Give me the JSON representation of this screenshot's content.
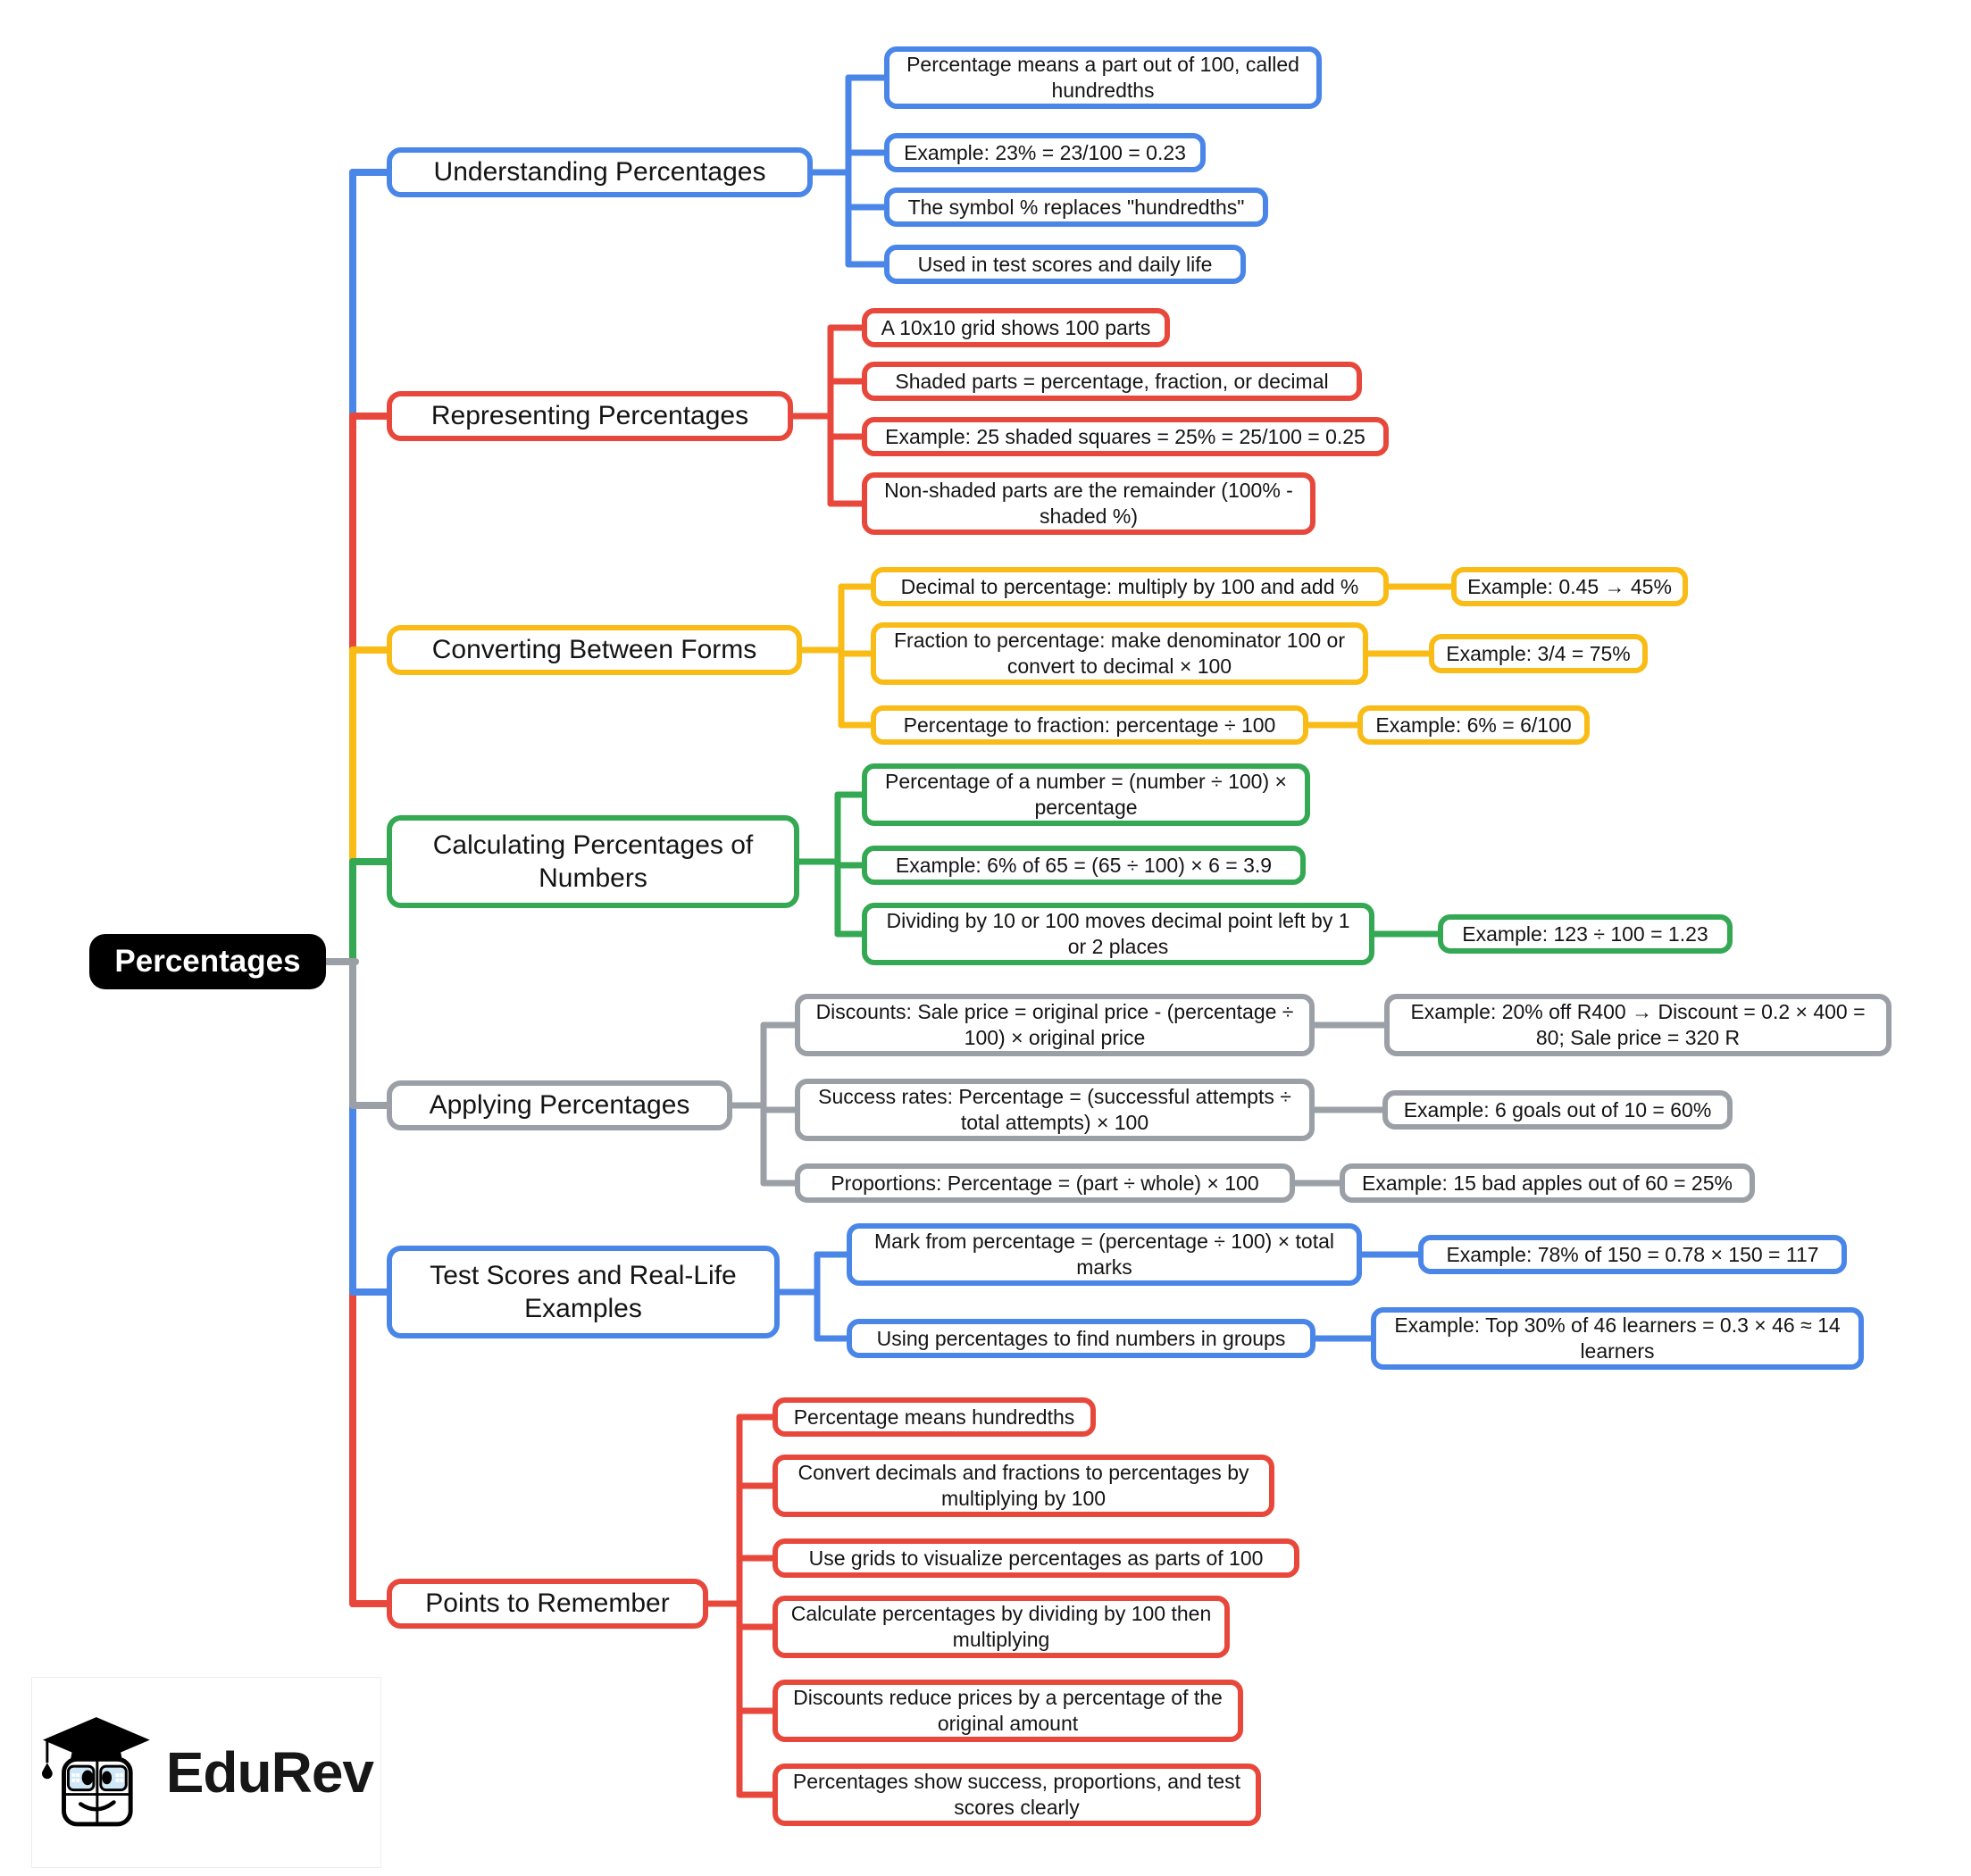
{
  "root": {
    "label": "Percentages"
  },
  "colors": {
    "blue": "#4a86e8",
    "red": "#e8483b",
    "yellow": "#f9bb16",
    "green": "#34a853",
    "gray": "#9aa0a6",
    "root-bg": "#000000",
    "root-text": "#ffffff"
  },
  "branches": [
    {
      "label": "Understanding Percentages",
      "color": "blue",
      "children": [
        {
          "text": "Percentage means a part out of 100, called hundredths"
        },
        {
          "text": "Example: 23% = 23/100 = 0.23"
        },
        {
          "text": "The symbol % replaces \"hundredths\""
        },
        {
          "text": "Used in test scores and daily life"
        }
      ]
    },
    {
      "label": "Representing Percentages",
      "color": "red",
      "children": [
        {
          "text": "A 10x10 grid shows 100 parts"
        },
        {
          "text": "Shaded parts = percentage, fraction, or decimal"
        },
        {
          "text": "Example: 25 shaded squares = 25% = 25/100 = 0.25"
        },
        {
          "text": "Non-shaded parts are the remainder (100% - shaded %)"
        }
      ]
    },
    {
      "label": "Converting Between Forms",
      "color": "yellow",
      "children": [
        {
          "text": "Decimal to percentage: multiply by 100 and add %",
          "example": "Example: 0.45 → 45%"
        },
        {
          "text": "Fraction to percentage: make denominator 100 or convert to decimal × 100",
          "example": "Example: 3/4 = 75%"
        },
        {
          "text": "Percentage to fraction: percentage ÷ 100",
          "example": "Example: 6% = 6/100"
        }
      ]
    },
    {
      "label": "Calculating Percentages of Numbers",
      "color": "green",
      "children": [
        {
          "text": "Percentage of a number = (number ÷ 100) × percentage"
        },
        {
          "text": "Example: 6% of 65 = (65 ÷ 100) × 6 = 3.9"
        },
        {
          "text": "Dividing by 10 or 100 moves decimal point left by 1 or 2 places",
          "example": "Example: 123 ÷ 100 = 1.23"
        }
      ]
    },
    {
      "label": "Applying Percentages",
      "color": "gray",
      "children": [
        {
          "text": "Discounts: Sale price = original price - (percentage ÷ 100) × original price",
          "example": "Example: 20% off R400 → Discount = 0.2 × 400 = 80; Sale price = 320 R"
        },
        {
          "text": "Success rates: Percentage = (successful attempts ÷ total attempts) × 100",
          "example": "Example: 6 goals out of 10 = 60%"
        },
        {
          "text": "Proportions: Percentage = (part ÷ whole) × 100",
          "example": "Example: 15 bad apples out of 60 = 25%"
        }
      ]
    },
    {
      "label": "Test Scores and Real-Life Examples",
      "color": "blue",
      "children": [
        {
          "text": "Mark from percentage = (percentage ÷ 100) × total marks",
          "example": "Example: 78% of 150 = 0.78 × 150 = 117"
        },
        {
          "text": "Using percentages to find numbers in groups",
          "example": "Example: Top 30% of 46 learners = 0.3 × 46 ≈ 14 learners"
        }
      ]
    },
    {
      "label": "Points to Remember",
      "color": "red",
      "children": [
        {
          "text": "Percentage means hundredths"
        },
        {
          "text": "Convert decimals and fractions to percentages by multiplying by 100"
        },
        {
          "text": "Use grids to visualize percentages as parts of 100"
        },
        {
          "text": "Calculate percentages by dividing by 100 then multiplying"
        },
        {
          "text": "Discounts reduce prices by a percentage of the original amount"
        },
        {
          "text": "Percentages show success, proportions, and test scores clearly"
        }
      ]
    }
  ],
  "footer": {
    "brand": "EduRev"
  }
}
